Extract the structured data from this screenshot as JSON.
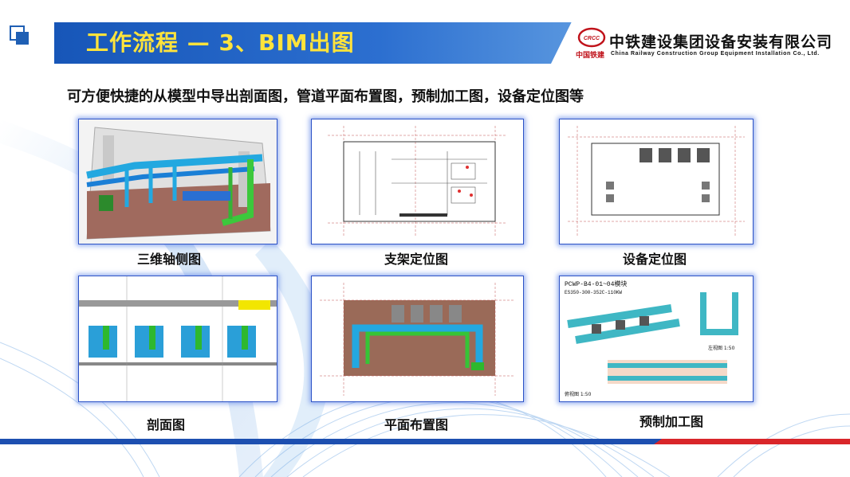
{
  "header": {
    "title": "工作流程 — 3、BIM出图"
  },
  "logo": {
    "mark_text": "CRCC",
    "sub_text": "中国铁建",
    "company_cn": "中铁建设集团设备安装有限公司",
    "company_en": "China Railway Construction Group Equipment Installation Co., Ltd."
  },
  "subtitle": "可方便快捷的从模型中导出剖面图，管道平面布置图，预制加工图，设备定位图等",
  "figures": [
    {
      "caption": "三维轴侧图"
    },
    {
      "caption": "支架定位图"
    },
    {
      "caption": "设备定位图"
    },
    {
      "caption": "剖面图"
    },
    {
      "caption": "平面布置图"
    },
    {
      "caption": "预制加工图",
      "drawing_title": "PCWP-B4-01~04模块",
      "drawing_spec": "ES350-300-352C-110KW",
      "view_right": "左视图 1:50",
      "view_front": "俯视图 1:50"
    }
  ],
  "colors": {
    "header_blue": "#1756b8",
    "title_yellow": "#ffe33b",
    "card_border": "#2c52c6",
    "brand_red": "#c0131b",
    "stripe_blue": "#1d4fb0",
    "stripe_red": "#d9262a"
  }
}
